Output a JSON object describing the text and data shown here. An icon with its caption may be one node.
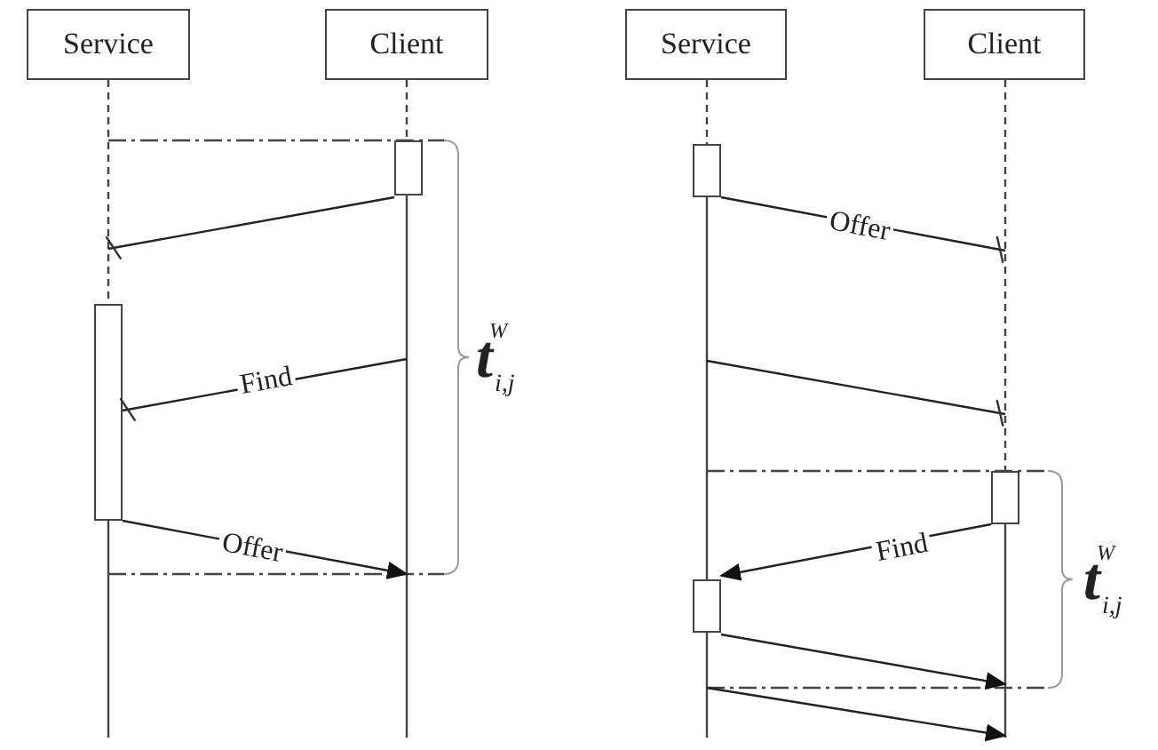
{
  "diagram": {
    "nodes": [
      {
        "text": [
          "Service"
        ]
      },
      {
        "text": [],
        "shape": "bar"
      },
      {
        "text": [
          "Client"
        ]
      },
      {
        "text": [],
        "shape": "bar"
      },
      {
        "text": [],
        "shape": "box"
      },
      {
        "text": [],
        "shape": "box"
      },
      {
        "text": [
          "Service"
        ]
      },
      {
        "text": [],
        "shape": "bar"
      },
      {
        "text": [
          "Client"
        ]
      },
      {
        "text": [],
        "shape": "bar"
      },
      {
        "text": [],
        "shape": "box"
      },
      {
        "text": [],
        "shape": "box"
      },
      {
        "text": [],
        "shape": "box"
      }
    ],
    "edges": [
      {
        "from": 4,
        "to": 1,
        "arrow": "other"
      },
      {
        "from": 3,
        "to": 5,
        "arrow": "other",
        "label": "Find"
      },
      {
        "from": 5,
        "to": 3,
        "arrow": "to",
        "label": "Offer"
      },
      {
        "from": 10,
        "to": 9,
        "arrow": "other",
        "label": "Offer"
      },
      {
        "from": 7,
        "to": 9,
        "arrow": "other"
      },
      {
        "from": 11,
        "to": 12,
        "arrow": "to",
        "label": "Find"
      },
      {
        "from": 12,
        "to": 9,
        "arrow": "to"
      },
      {
        "from": 7,
        "to": 9,
        "arrow": "to"
      }
    ],
    "labels": [
      "**t**$^{W}$$_{i,j}$",
      "**t**$^{W}$$_{i,j}$"
    ]
  }
}
